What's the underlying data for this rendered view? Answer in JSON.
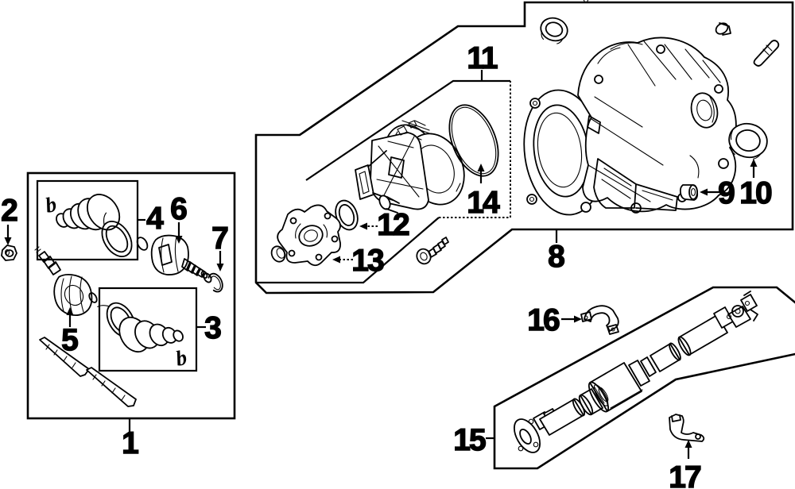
{
  "colors": {
    "background": "#ffffff",
    "line": "#000000"
  },
  "callouts": [
    {
      "id": "1"
    },
    {
      "id": "2"
    },
    {
      "id": "3"
    },
    {
      "id": "4"
    },
    {
      "id": "5"
    },
    {
      "id": "6"
    },
    {
      "id": "7"
    },
    {
      "id": "8"
    },
    {
      "id": "9"
    },
    {
      "id": "10"
    },
    {
      "id": "11"
    },
    {
      "id": "12"
    },
    {
      "id": "13"
    },
    {
      "id": "14"
    },
    {
      "id": "15"
    },
    {
      "id": "16"
    },
    {
      "id": "17"
    }
  ],
  "clamp_marks": [
    "b",
    "b"
  ]
}
